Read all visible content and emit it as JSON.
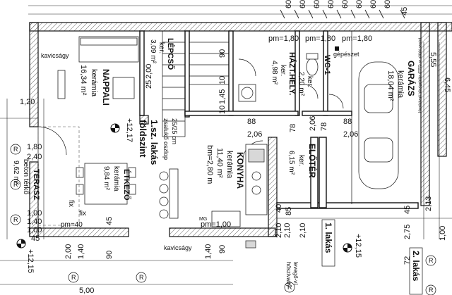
{
  "rooms": {
    "nappali": {
      "name": "NAPPALI",
      "material": "kerámia",
      "area": "16,34 m²"
    },
    "lepcso": {
      "name": "LÉPCSŐ",
      "material": "ker.",
      "area": "3,09 m²"
    },
    "hazt": {
      "name": "HÁZT.HELY.",
      "material": "ker.",
      "area": "4,98 m²"
    },
    "wc": {
      "name": "WC-1",
      "material": "ker.",
      "area": "2,20 m²"
    },
    "garazs": {
      "name": "GARÁZS",
      "material": "kerámia",
      "area": "18,04 m²"
    },
    "konyha": {
      "name": "KONYHA",
      "material": "kerámia",
      "area": "11,40 m²",
      "height": "bm=2,80 m"
    },
    "eloter": {
      "name": "ELŐTÉR",
      "material": "ker.",
      "area": "6,15 m²"
    },
    "etkezo": {
      "name": "ÉTKEZŐ",
      "material": "kerámia",
      "area": "9,84 m²"
    },
    "terasz": {
      "name": "TERASZ",
      "material": "beton térkő",
      "area": "9,62 m²"
    }
  },
  "labels": {
    "unit_title": "1.sz. lakás",
    "floor": "földszint",
    "stair_note_1": "25/25 cm",
    "stair_note_2": "zsalukő oszlop",
    "level_main": "+12,17",
    "level_terrace": "+12,15",
    "level_right": "+12,15",
    "kavicsagy_left": "kavicságy",
    "kavicsagy_bottom": "kavicságy",
    "gepeszet": "gépészet",
    "fix_1": "fix",
    "fix_2": "fix",
    "pm_40": "pm=40",
    "pm_100": "pm=1,00",
    "mg": "MG",
    "pm_top_1": "pm=1,80",
    "pm_top_2": "pm=1,80",
    "pm_top_3": "pm=1,80",
    "lakas1": "1. lakás",
    "lakas2": "2. lakás",
    "levego_1": "levegő-ví",
    "levego_2": "hőszivatty",
    "small_right": "Homlokzati hőszigetelés (EPS) az alábbi szerint",
    "r_grid": "R"
  },
  "dims": {
    "top_60": [
      "60",
      "60",
      "60",
      "60",
      "60",
      "60",
      "60",
      "60"
    ],
    "top_45": "45",
    "left_1_20": "1,20",
    "left_1_80": "1,80",
    "left_2_40": "2,40",
    "left_1_00a": "1,00",
    "left_1_40": "1,40",
    "left_1_00b": "1,00",
    "left_45": "45",
    "right_5_55": "5,55",
    "right_6_45": "6,45",
    "right_2_13": "2,13",
    "right_2_75": "2,75",
    "right_1_00": "1,00",
    "right_45": "45",
    "right_72": "72",
    "bottom_2_00": "2,00",
    "bottom_1_40": "1,40",
    "bottom_90a": "90",
    "bottom_1_40b": "1,40",
    "bottom_90b": "90",
    "bottom_5_00": "5,00",
    "bottom_2_10": "2,10",
    "bottom_85": "85",
    "bottom_2_10b": "2,10",
    "in_2_00": "2,00",
    "in_25": "25",
    "in_90": "90",
    "in_10a": "10",
    "in_1_45": "1,45",
    "in_10b": "10",
    "in_88a": "88",
    "in_2_06a": "2,06",
    "in_78a": "78",
    "in_2_06b": "2,06",
    "in_78b": "78",
    "in_88b": "88",
    "in_2_06c": "2,06",
    "in_45": "45",
    "in_40": "40",
    "in_2_10": "2,10"
  },
  "colors": {
    "line": "#111111",
    "paper": "#ffffff",
    "furniture_fill": "#d8d8d8"
  }
}
